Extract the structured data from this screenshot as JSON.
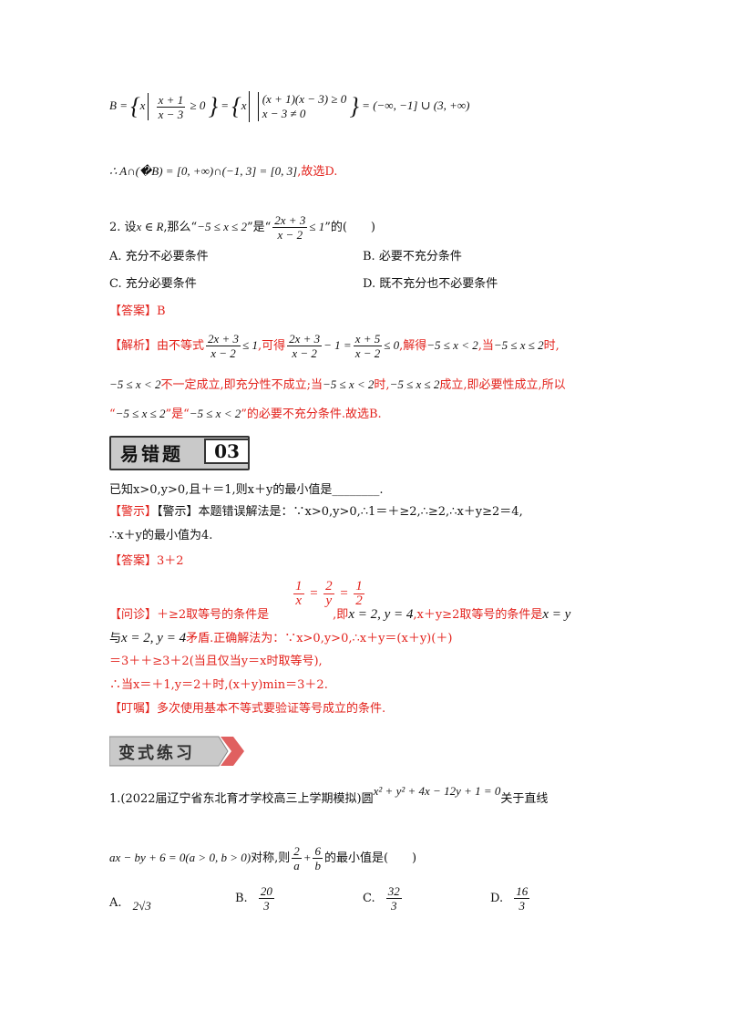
{
  "set_def": {
    "lhs": "B =",
    "frac_num": "x + 1",
    "frac_den": "x − 3",
    "ge0": "≥ 0",
    "eq": "=",
    "sys1": "(x + 1)(x − 3) ≥ 0",
    "sys2": "x − 3 ≠ 0",
    "result": "= (−∞, −1] ∪ (3, +∞)"
  },
  "conclusion": {
    "math": "∴ A∩(�B) = [0, +∞)∩(−1, 3] = [0, 3]",
    "tail": ",故选D."
  },
  "q2": {
    "prefix": "2. 设",
    "xinR": "x ∈ R",
    "mid1": ",那么“",
    "cond": "−5 ≤ x ≤ 2",
    "mid2": "”是“",
    "frac_num": "2x + 3",
    "frac_den": "x − 2",
    "le1": "≤ 1",
    "end": "”的(　　)",
    "options": [
      "A.  充分不必要条件",
      "B.  必要不充分条件",
      "C.  充分必要条件",
      "D.  既不充分也不必要条件"
    ],
    "answer": "【答案】B",
    "analysis": {
      "l1_a": "【解析】由不等式",
      "l1_f1n": "2x + 3",
      "l1_f1d": "x − 2",
      "l1_b": "≤ 1",
      "l1_c": ",可得",
      "l1_f2n": "2x + 3",
      "l1_f2d": "x − 2",
      "l1_d": "− 1 =",
      "l1_f3n": "x + 5",
      "l1_f3d": "x − 2",
      "l1_e": "≤ 0",
      "l1_f": ",解得",
      "l1_g": "−5 ≤ x < 2",
      "l1_h": ",当",
      "l1_i": "−5 ≤ x ≤ 2",
      "l1_j": "时,",
      "l2_a": "−5 ≤ x < 2",
      "l2_b": "不一定成立,即充分性不成立;当",
      "l2_c": "−5 ≤ x < 2",
      "l2_d": "时,",
      "l2_e": "−5 ≤ x ≤ 2",
      "l2_f": "成立,即必要性成立,所以",
      "l3_a": "“",
      "l3_b": "−5 ≤ x ≤ 2",
      "l3_c": "”是“",
      "l3_d": "−5 ≤ x < 2",
      "l3_e": "”的必要不充分条件.故选B."
    }
  },
  "section1": {
    "title": "易错题",
    "num": "03"
  },
  "p3": {
    "question": "已知x>0,y>0,且＋＝1,则x＋y的最小值是________.",
    "warn1": "【警示】本题错误解法是：∵x>0,y>0,∴1＝＋≥2,∴≥2,∴x＋y≥2＝4,",
    "warn2": "∴x＋y的最小值为4.",
    "answer": "【答案】3＋2",
    "eq_f1n": "1",
    "eq_f1d": "x",
    "eq_eq1": "=",
    "eq_f2n": "2",
    "eq_f2d": "y",
    "eq_eq2": "=",
    "eq_f3n": "1",
    "eq_f3d": "2",
    "d1_a": "【问诊】＋≥2取等号的条件是",
    "d1_b": ",即",
    "d1_c": "x = 2, y = 4",
    "d1_d": ",x＋y≥2取等号的条件是",
    "d1_e": "x = y",
    "d2_a": "与",
    "d2_b": "x = 2, y = 4",
    "d2_c": "矛盾.正确解法为：∵x>0,y>0,∴x＋y＝(x＋y)(＋)",
    "d3": "＝3＋＋≥3＋2(当且仅当y＝x时取等号),",
    "d4": "∴当x＝＋1,y＝2＋时,(x＋y)min＝3＋2.",
    "note": "【叮嘱】多次使用基本不等式要验证等号成立的条件."
  },
  "section2": {
    "title": "变式练习"
  },
  "p4": {
    "q1_a": "1.(2022届辽宁省东北育才学校高三上学期模拟)圆",
    "q1_eq": "x² + y² + 4x − 12y + 1 = 0",
    "q1_b": "关于直线",
    "q2_a": "ax − by + 6 = 0(a > 0, b > 0)",
    "q2_b": "对称,则",
    "q2_f1n": "2",
    "q2_f1d": "a",
    "q2_plus": "+",
    "q2_f2n": "6",
    "q2_f2d": "b",
    "q2_c": "的最小值是(　　)",
    "optA_label": "A.",
    "optA_val": "2√3",
    "optB_label": "B.",
    "optB_n": "20",
    "optB_d": "3",
    "optC_label": "C.",
    "optC_n": "32",
    "optC_d": "3",
    "optD_label": "D.",
    "optD_n": "16",
    "optD_d": "3"
  }
}
